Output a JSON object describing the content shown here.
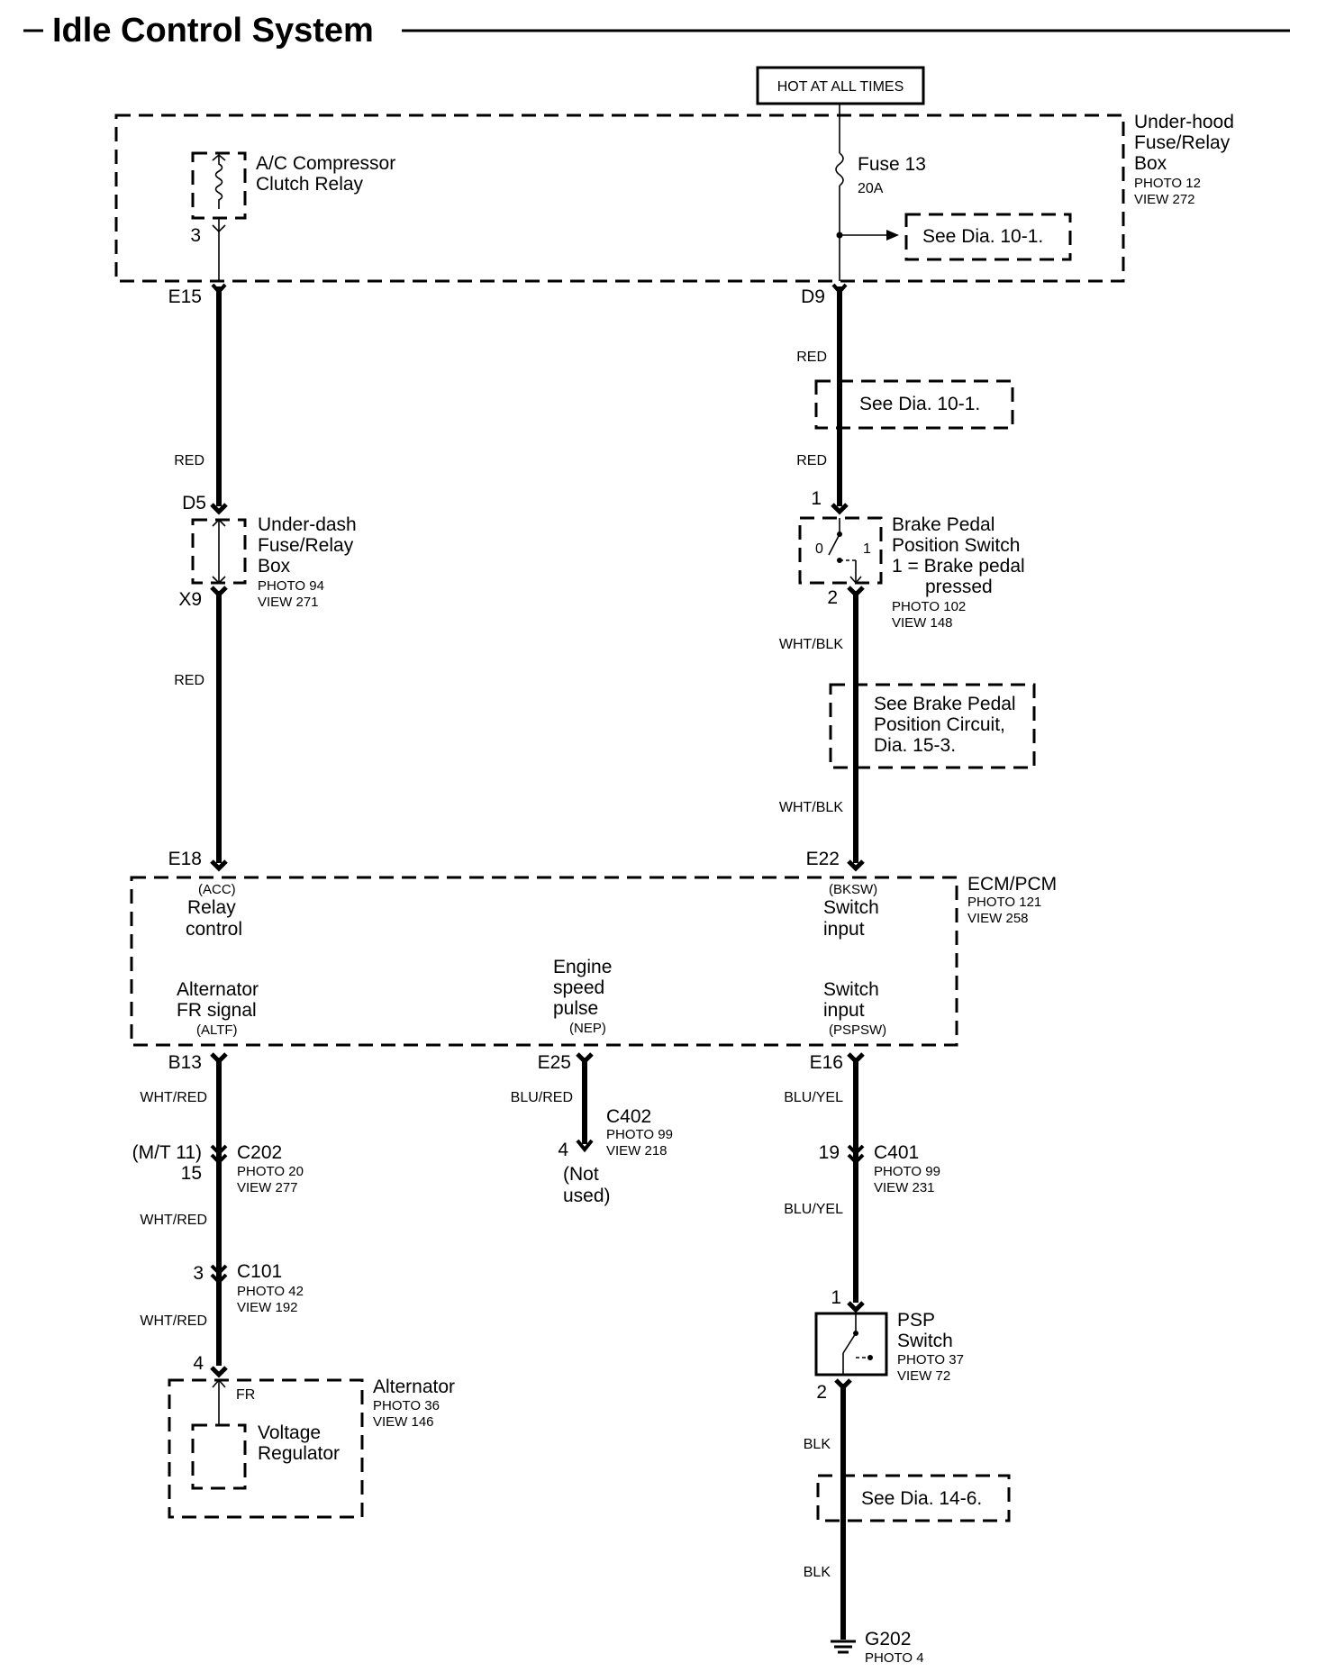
{
  "title": "Idle Control System",
  "power": {
    "hot_label": "HOT AT ALL TIMES"
  },
  "underhood": {
    "name_l1": "Under-hood",
    "name_l2": "Fuse/Relay",
    "name_l3": "Box",
    "photo": "PHOTO 12",
    "view": "VIEW 272",
    "relay_l1": "A/C Compressor",
    "relay_l2": "Clutch Relay",
    "relay_pin": "3",
    "fuse_name": "Fuse 13",
    "fuse_rating": "20A",
    "see_ref": "See Dia. 10-1.",
    "pin_left": "E15",
    "pin_right": "D9"
  },
  "left_wire": {
    "color1": "RED",
    "color2": "RED",
    "pin_in": "D5",
    "pin_out": "X9",
    "pin_ecm": "E18",
    "underdash_l1": "Under-dash",
    "underdash_l2": "Fuse/Relay",
    "underdash_l3": "Box",
    "underdash_photo": "PHOTO 94",
    "underdash_view": "VIEW 271"
  },
  "right_wire": {
    "color1": "RED",
    "color2": "RED",
    "color3": "WHT/BLK",
    "color4": "WHT/BLK",
    "see_ref": "See Dia. 10-1.",
    "pin_in": "1",
    "pin_out": "2",
    "pin_ecm": "E22",
    "switch_pos0": "0",
    "switch_pos1": "1",
    "switch_l1": "Brake Pedal",
    "switch_l2": "Position Switch",
    "switch_l3": "1 = Brake pedal",
    "switch_l4": "pressed",
    "switch_photo": "PHOTO 102",
    "switch_view": "VIEW 148",
    "see2_l1": "See Brake Pedal",
    "see2_l2": "Position  Circuit,",
    "see2_l3": "Dia. 15-3."
  },
  "ecm": {
    "name": "ECM/PCM",
    "photo": "PHOTO 121",
    "view": "VIEW 258",
    "acc_code": "(ACC)",
    "acc_l1": "Relay",
    "acc_l2": "control",
    "bksw_code": "(BKSW)",
    "bksw_l1": "Switch",
    "bksw_l2": "input",
    "altf_l1": "Alternator",
    "altf_l2": "FR signal",
    "altf_code": "(ALTF)",
    "nep_l1": "Engine",
    "nep_l2": "speed",
    "nep_l3": "pulse",
    "nep_code": "(NEP)",
    "psp_l1": "Switch",
    "psp_l2": "input",
    "psp_code": "(PSPSW)",
    "pin_b13": "B13",
    "pin_e25": "E25",
    "pin_e16": "E16"
  },
  "alt_branch": {
    "color1": "WHT/RED",
    "color2": "WHT/RED",
    "color3": "WHT/RED",
    "c202_pin_mt": "(M/T 11)",
    "c202_pin": "15",
    "c202": "C202",
    "c202_photo": "PHOTO 20",
    "c202_view": "VIEW 277",
    "c101_pin": "3",
    "c101": "C101",
    "c101_photo": "PHOTO 42",
    "c101_view": "VIEW 192",
    "alt_pin": "4",
    "fr_label": "FR",
    "alt_name": "Alternator",
    "alt_photo": "PHOTO 36",
    "alt_view": "VIEW 146",
    "reg_l1": "Voltage",
    "reg_l2": "Regulator"
  },
  "nep_branch": {
    "color": "BLU/RED",
    "c402": "C402",
    "c402_photo": "PHOTO 99",
    "c402_view": "VIEW 218",
    "pin": "4",
    "note_l1": "(Not",
    "note_l2": "used)"
  },
  "psp_branch": {
    "color1": "BLU/YEL",
    "color2": "BLU/YEL",
    "color3": "BLK",
    "color4": "BLK",
    "c401_pin": "19",
    "c401": "C401",
    "c401_photo": "PHOTO 99",
    "c401_view": "VIEW 231",
    "sw_pin_in": "1",
    "sw_pin_out": "2",
    "sw_l1": "PSP",
    "sw_l2": "Switch",
    "sw_photo": "PHOTO 37",
    "sw_view": "VIEW 72",
    "see_ref": "See Dia. 14-6.",
    "ground": "G202",
    "ground_photo": "PHOTO 4"
  }
}
